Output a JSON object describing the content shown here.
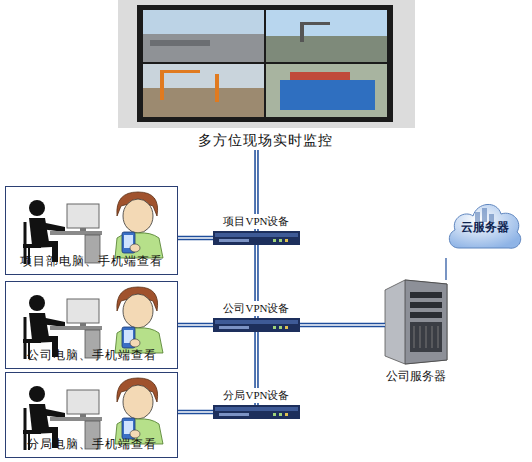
{
  "diagram": {
    "nodes": [
      {
        "text": [
          "多方位现场实时监控"
        ]
      },
      {
        "text": [
          "项目部电脑、手机端查看"
        ]
      },
      {
        "text": [
          "项目VPN设备"
        ]
      },
      {
        "text": [
          "云服务器"
        ]
      },
      {
        "text": [
          "公司电脑、手机端查看"
        ]
      },
      {
        "text": [
          "公司VPN设备"
        ]
      },
      {
        "text": [
          "公司服务器"
        ]
      },
      {
        "text": [
          "分局电脑、手机端查看"
        ]
      },
      {
        "text": [
          "分局VPN设备"
        ]
      }
    ],
    "edges": [
      {
        "from": 0,
        "to": 2,
        "arrow": "none"
      },
      {
        "from": 1,
        "to": 2,
        "arrow": "none"
      },
      {
        "from": 2,
        "to": 5,
        "arrow": "none"
      },
      {
        "from": 4,
        "to": 5,
        "arrow": "none"
      },
      {
        "from": 5,
        "to": 6,
        "arrow": "none"
      },
      {
        "from": 6,
        "to": 3,
        "arrow": "none"
      },
      {
        "from": 5,
        "to": 8,
        "arrow": "none"
      },
      {
        "from": 7,
        "to": 8,
        "arrow": "none"
      }
    ]
  }
}
